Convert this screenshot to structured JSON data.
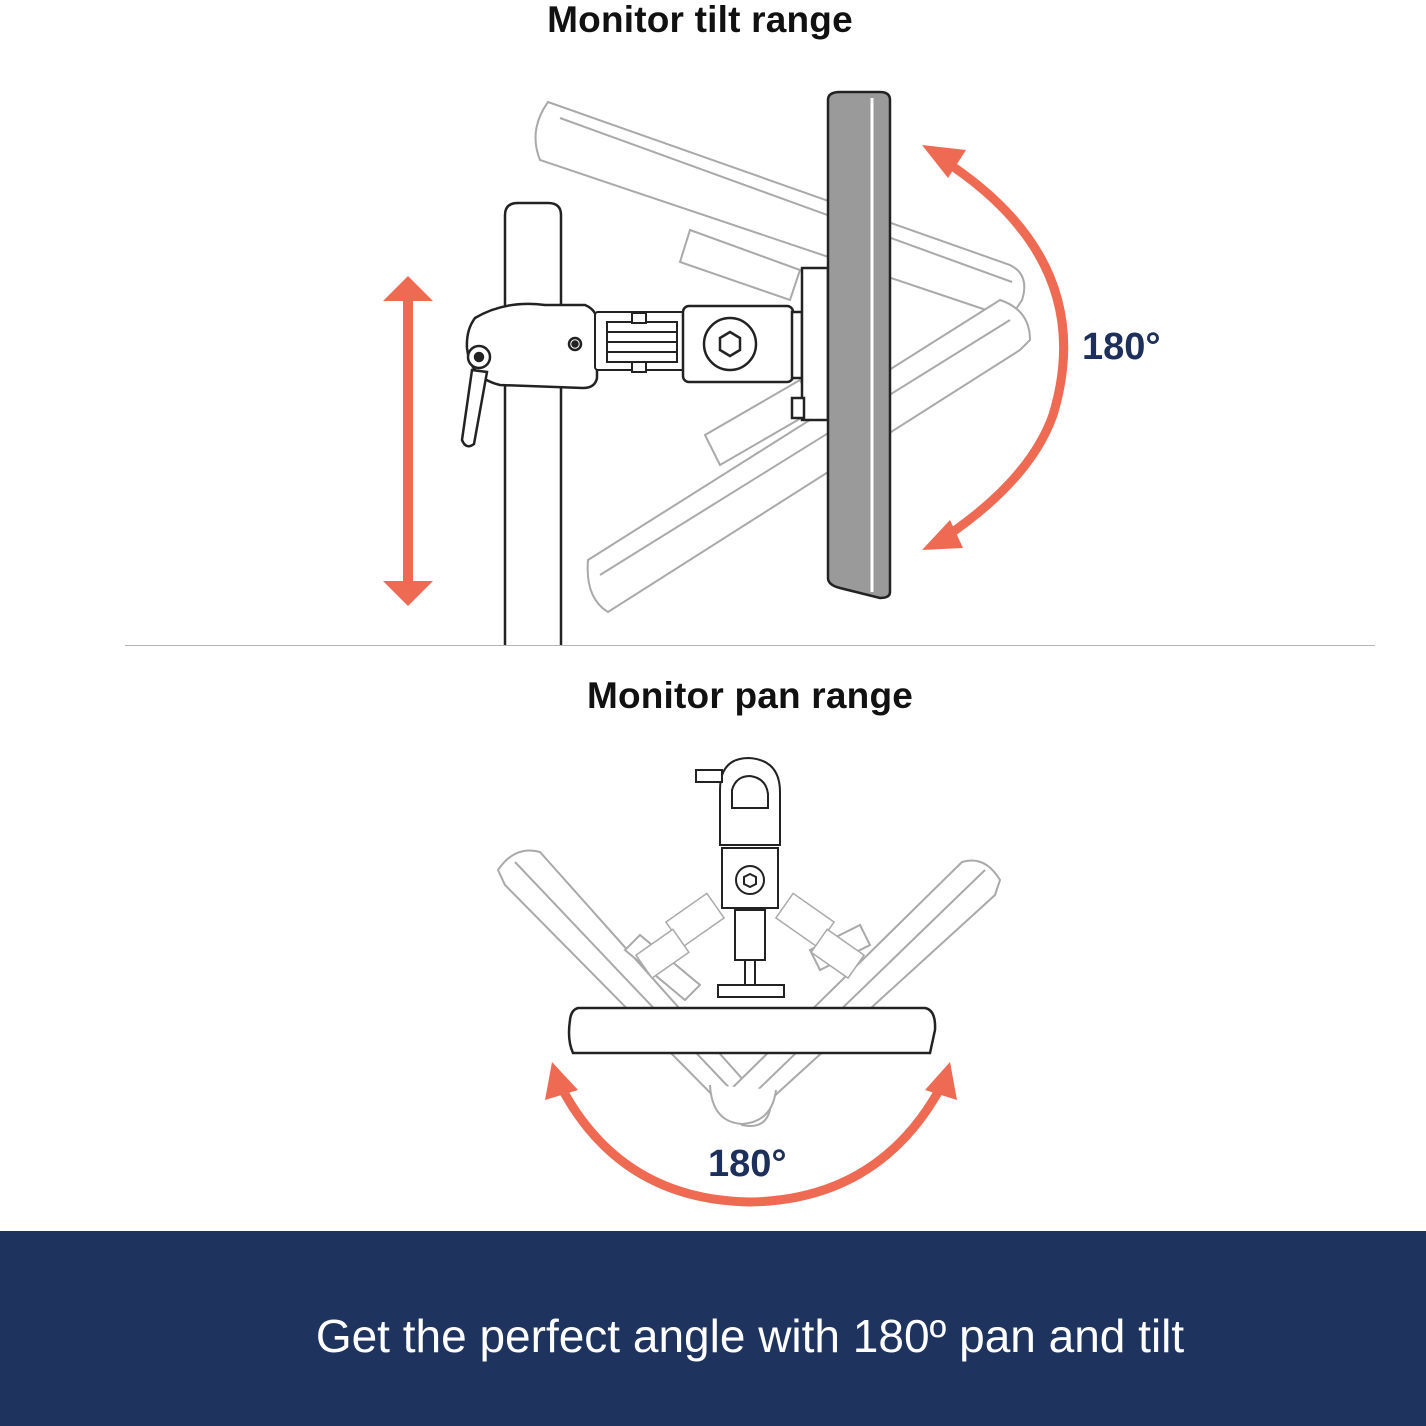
{
  "tilt_section": {
    "title": "Monitor tilt range",
    "range_label": "180°"
  },
  "pan_section": {
    "title": "Monitor pan range",
    "range_label": "180°"
  },
  "footer": {
    "caption": "Get the perfect angle with 180º pan and tilt"
  },
  "colors": {
    "accent_arrow": "#ee6a52",
    "banner": "#1f335f",
    "label_navy": "#1d2f5b",
    "line_art": "#222222",
    "ghost_line": "#a9a9a9",
    "monitor_fill": "#9a9a9a"
  }
}
